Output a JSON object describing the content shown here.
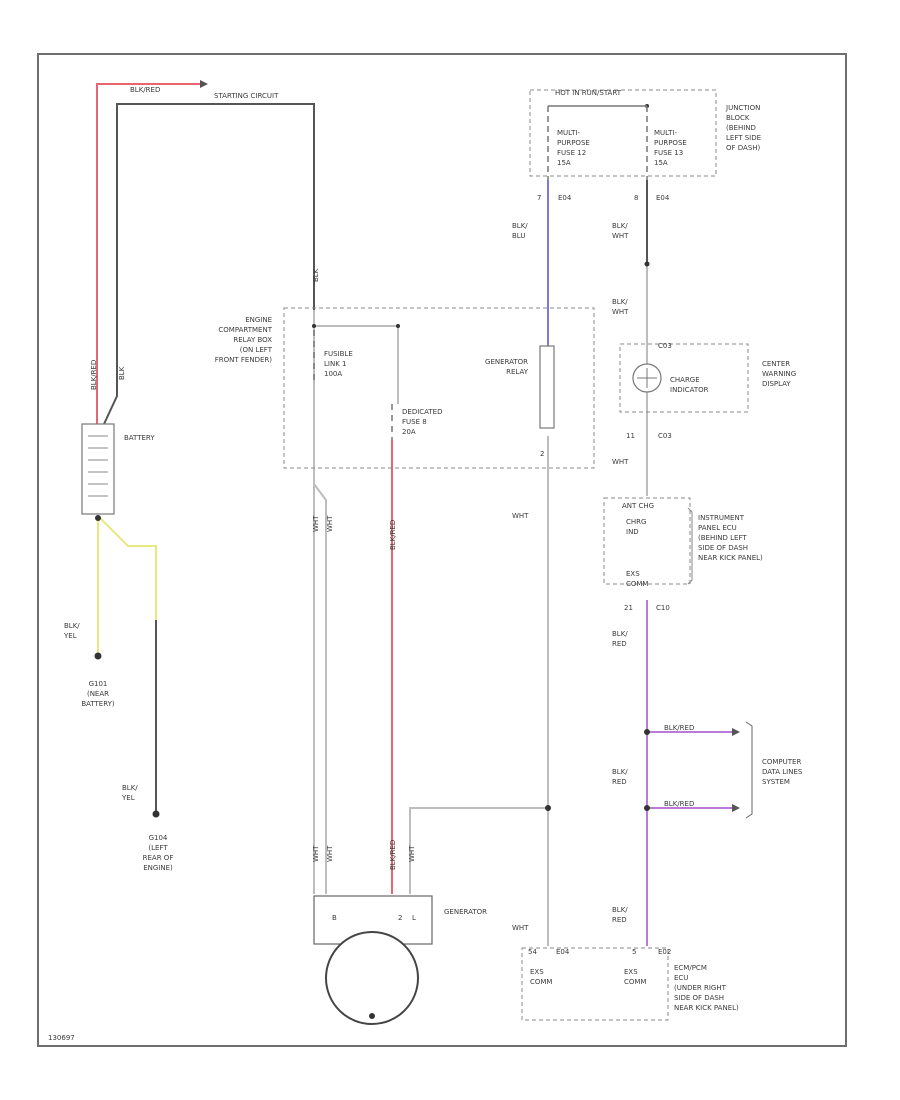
{
  "labels": {
    "batt_wire_top": "BLK/RED",
    "starting_circuit": "STARTING CIRCUIT",
    "hot_in_run": "HOT IN RUN/START",
    "fuse12": [
      "MULTI-",
      "PURPOSE",
      "FUSE 12",
      "15A"
    ],
    "fuse13": [
      "MULTI-",
      "PURPOSE",
      "FUSE 13",
      "15A"
    ],
    "junction_block": [
      "JUNCTION",
      "BLOCK",
      "(BEHIND",
      "LEFT SIDE",
      "OF DASH)"
    ],
    "pin7": "7",
    "pin7c": "E04",
    "pin8": "8",
    "pin8c": "E04",
    "blu_wire": [
      "BLK/",
      "BLU"
    ],
    "wht_wire1": [
      "BLK/",
      "WHT"
    ],
    "wht_wire2": [
      "BLK/",
      "WHT"
    ],
    "engine_box": [
      "ENGINE",
      "COMPARTMENT",
      "RELAY BOX",
      "(ON LEFT",
      "FRONT FENDER)"
    ],
    "fusible_link": [
      "FUSIBLE",
      "LINK 1",
      "100A"
    ],
    "dedicated_fuse": [
      "DEDICATED",
      "FUSE 8",
      "20A"
    ],
    "generator_relay": [
      "GENERATOR",
      "RELAY"
    ],
    "relay_pin": "2",
    "c03a": "C03",
    "c03b": "C03",
    "charge_indicator": [
      "CHARGE",
      "INDICATOR"
    ],
    "center_display": [
      "CENTER",
      "WARNING",
      "DISPLAY"
    ],
    "pin11": "11",
    "wht_right": "WHT",
    "wht_mid": "WHT",
    "wht_gen": "WHT",
    "battery": "BATTERY",
    "batt_red_v": "BLK/RED",
    "batt_blk_v": "BLK",
    "gen_wire_v": "BLK",
    "ipecu_top": "ANT CHG",
    "ipecu_chg": [
      "CHRG",
      "IND"
    ],
    "ipecu_label": [
      "INSTRUMENT",
      "PANEL ECU",
      "(BEHIND LEFT",
      "SIDE OF DASH",
      "NEAR KICK PANEL)"
    ],
    "ipecu_bottom": [
      "EXS",
      "COMM"
    ],
    "pin21": "21",
    "c10": "C10",
    "blkred_1": [
      "BLK/",
      "RED"
    ],
    "blkred_2": [
      "BLK/",
      "RED"
    ],
    "blkred_3": [
      "BLK/",
      "RED"
    ],
    "data_line1": "BLK/RED",
    "data_line2": "BLK/RED",
    "computer_data": [
      "COMPUTER",
      "DATA LINES",
      "SYSTEM"
    ],
    "blk_yel_1": [
      "BLK/",
      "YEL"
    ],
    "blk_yel_2": [
      "BLK/",
      "YEL"
    ],
    "g101": [
      "G101",
      "(NEAR",
      "BATTERY)"
    ],
    "g104": [
      "G104",
      "(LEFT",
      "REAR OF",
      "ENGINE)"
    ],
    "wht_v1": "WHT",
    "wht_v2": "WHT",
    "red_v": "BLK/RED",
    "wht_v3": "WHT",
    "wht_v4": "WHT",
    "red_v2": "BLK/RED",
    "wht_v5": "WHT",
    "generator": "GENERATOR",
    "gen_b": "B",
    "gen_2": "2",
    "gen_l": "L",
    "gen_wht": "WHT",
    "ecm_pin": "54",
    "ecm_c": "E04",
    "ecm_pin2": "5",
    "ecm_c2": "E02",
    "ecm_exs1": [
      "EXS",
      "COMM"
    ],
    "ecm_exs2": [
      "EXS",
      "COMM"
    ],
    "ecm_label": [
      "ECM/PCM",
      "ECU",
      "(UNDER RIGHT",
      "SIDE OF DASH",
      "NEAR KICK PANEL)"
    ],
    "code": "130697"
  }
}
